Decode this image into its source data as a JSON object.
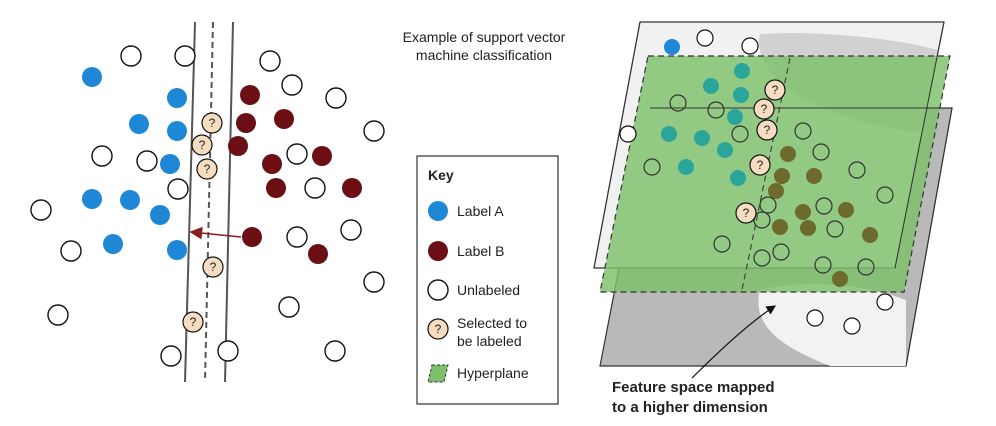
{
  "title_line1": "Example of support vector",
  "title_line2": "machine classification",
  "key": {
    "title": "Key",
    "label_a": "Label A",
    "label_b": "Label B",
    "unlabeled": "Unlabeled",
    "selected_line1": "Selected to",
    "selected_line2": "be labeled",
    "hyperplane": "Hyperplane"
  },
  "question_mark": "?",
  "caption_line1": "Feature space mapped",
  "caption_line2": "to a higher dimension",
  "colors": {
    "label_a": "#1e88d6",
    "label_b": "#6b0f14",
    "unlabeled_stroke": "#111111",
    "selected_fill": "#f6dcc0",
    "hyperplane_fill": "#7cc06a",
    "label_a_mapped": "#2aa59a",
    "label_b_mapped": "#6c6a2c",
    "floor_gray": "#b9b9b9",
    "arrow_red": "#8a1f1f"
  }
}
